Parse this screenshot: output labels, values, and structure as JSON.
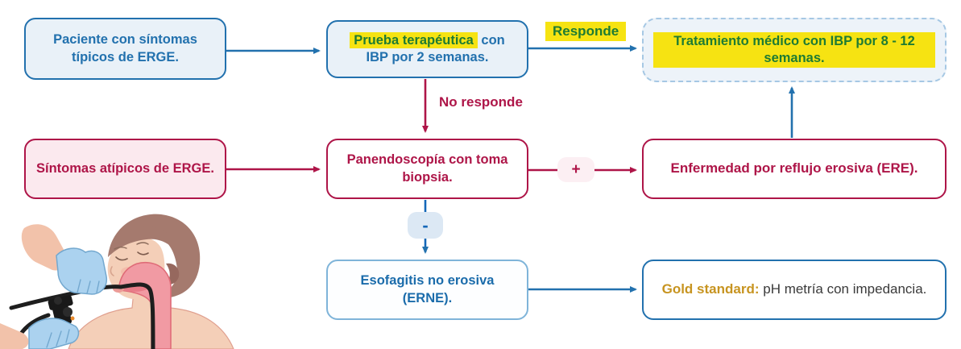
{
  "boxes": {
    "paciente": "Paciente con síntomas típicos de ERGE.",
    "prueba_highlight": "Prueba terapéutica",
    "prueba_rest": "con IBP por 2 semanas.",
    "tratamiento": "Tratamiento médico con IBP por 8 - 12 semanas.",
    "sintomas": "Síntomas atípicos de ERGE.",
    "panendoscopia": "Panendoscopía con toma biopsia.",
    "ere": "Enfermedad por reflujo erosiva (ERE).",
    "erne": "Esofagitis no erosiva (ERNE).",
    "gold_highlight": "Gold standard:",
    "gold_rest": "pH metría con impedancia."
  },
  "labels": {
    "responde": "Responde",
    "no_responde": "No responde",
    "positive": "+",
    "negative": "-"
  },
  "colors": {
    "blue": "#2271ae",
    "crimson": "#ae1548",
    "green": "#1e7b33",
    "yellow_highlight": "#f6e312",
    "gold": "#c79420",
    "light_blue_fill": "#e9f1f8",
    "pink_fill": "#fbe9ee"
  },
  "illustration_caption": "endoscopy-procedure"
}
